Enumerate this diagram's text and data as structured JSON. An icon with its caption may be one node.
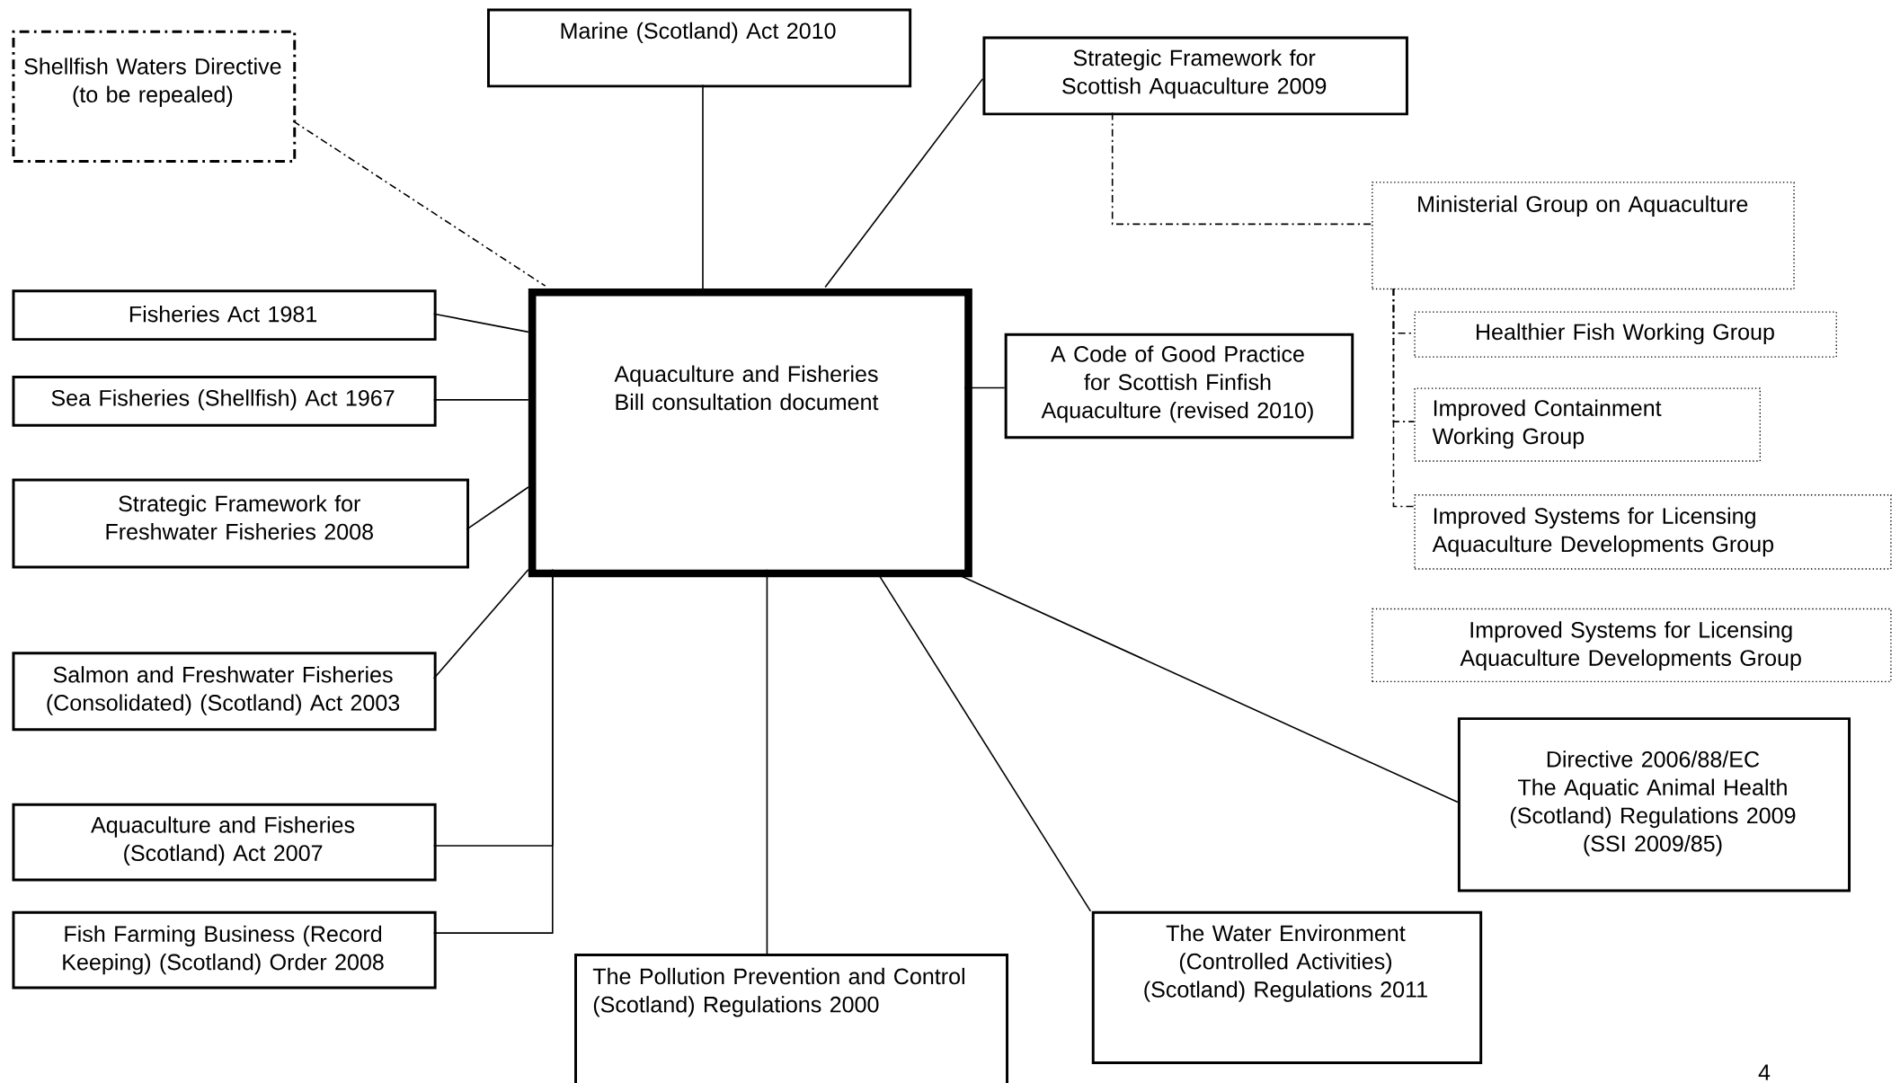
{
  "diagram": {
    "nodes": [
      {
        "text": [
          "Shellfish Waters Directive (to be repealed)"
        ]
      },
      {
        "text": [
          "Marine (Scotland) Act 2010"
        ]
      },
      {
        "text": [
          "Strategic Framework for Scottish Aquaculture 2009"
        ]
      },
      {
        "text": [
          "Ministerial Group on Aquaculture"
        ]
      },
      {
        "text": [
          "Fisheries Act 1981"
        ]
      },
      {
        "text": [
          "Aquaculture and Fisheries Bill consultation document"
        ]
      },
      {
        "text": [
          "Sea Fisheries (Shellfish) Act 1967"
        ]
      },
      {
        "text": [
          "A Code of Good Practice for Scottish Finfish Aquaculture (revised 2010)"
        ]
      },
      {
        "text": [
          "Healthier Fish Working Group"
        ]
      },
      {
        "text": [
          "Improved Containment Working Group"
        ]
      },
      {
        "text": [
          "Strategic Framework for Freshwater Fisheries 2008"
        ]
      },
      {
        "text": [
          "Improved Systems for Licensing Aquaculture Developments Group"
        ]
      },
      {
        "text": [
          "Improved Systems for Licensing Aquaculture Developments Group"
        ]
      },
      {
        "text": [
          "Salmon and Freshwater Fisheries (Consolidated) (Scotland) Act 2003"
        ]
      },
      {
        "text": [
          "Directive 2006/88/EC",
          "The Aquatic Animal Health (Scotland) Regulations 2009",
          "(SSI 2009/85)"
        ]
      },
      {
        "text": [
          "Aquaculture and Fisheries (Scotland) Act 2007"
        ]
      },
      {
        "text": [
          "Fish Farming Business (Record Keeping) (Scotland) Order 2008"
        ]
      },
      {
        "text": [
          "The Pollution Prevention and Control (Scotland) Regulations 2000"
        ]
      },
      {
        "text": [
          "The Water Environment (Controlled Activities) (Scotland) Regulations 2011"
        ]
      }
    ],
    "edges": [
      {
        "from": 0,
        "to": 5,
        "arrow": "none",
        "style": "dashed"
      },
      {
        "from": 1,
        "to": 5,
        "arrow": "none"
      },
      {
        "from": 2,
        "to": 5,
        "arrow": "none"
      },
      {
        "from": 2,
        "to": 3,
        "arrow": "none",
        "style": "dashed"
      },
      {
        "from": 3,
        "to": 8,
        "arrow": "none",
        "style": "dashed"
      },
      {
        "from": 3,
        "to": 9,
        "arrow": "none",
        "style": "dashed"
      },
      {
        "from": 3,
        "to": 11,
        "arrow": "none",
        "style": "dashed"
      },
      {
        "from": 4,
        "to": 5,
        "arrow": "none"
      },
      {
        "from": 6,
        "to": 5,
        "arrow": "none"
      },
      {
        "from": 7,
        "to": 5,
        "arrow": "none"
      },
      {
        "from": 10,
        "to": 5,
        "arrow": "none"
      },
      {
        "from": 13,
        "to": 5,
        "arrow": "none"
      },
      {
        "from": 15,
        "to": 5,
        "arrow": "none"
      },
      {
        "from": 16,
        "to": 5,
        "arrow": "none"
      },
      {
        "from": 17,
        "to": 5,
        "arrow": "none"
      },
      {
        "from": 18,
        "to": 5,
        "arrow": "none"
      },
      {
        "from": 14,
        "to": 5,
        "arrow": "none"
      }
    ],
    "labels": [
      "4"
    ]
  }
}
